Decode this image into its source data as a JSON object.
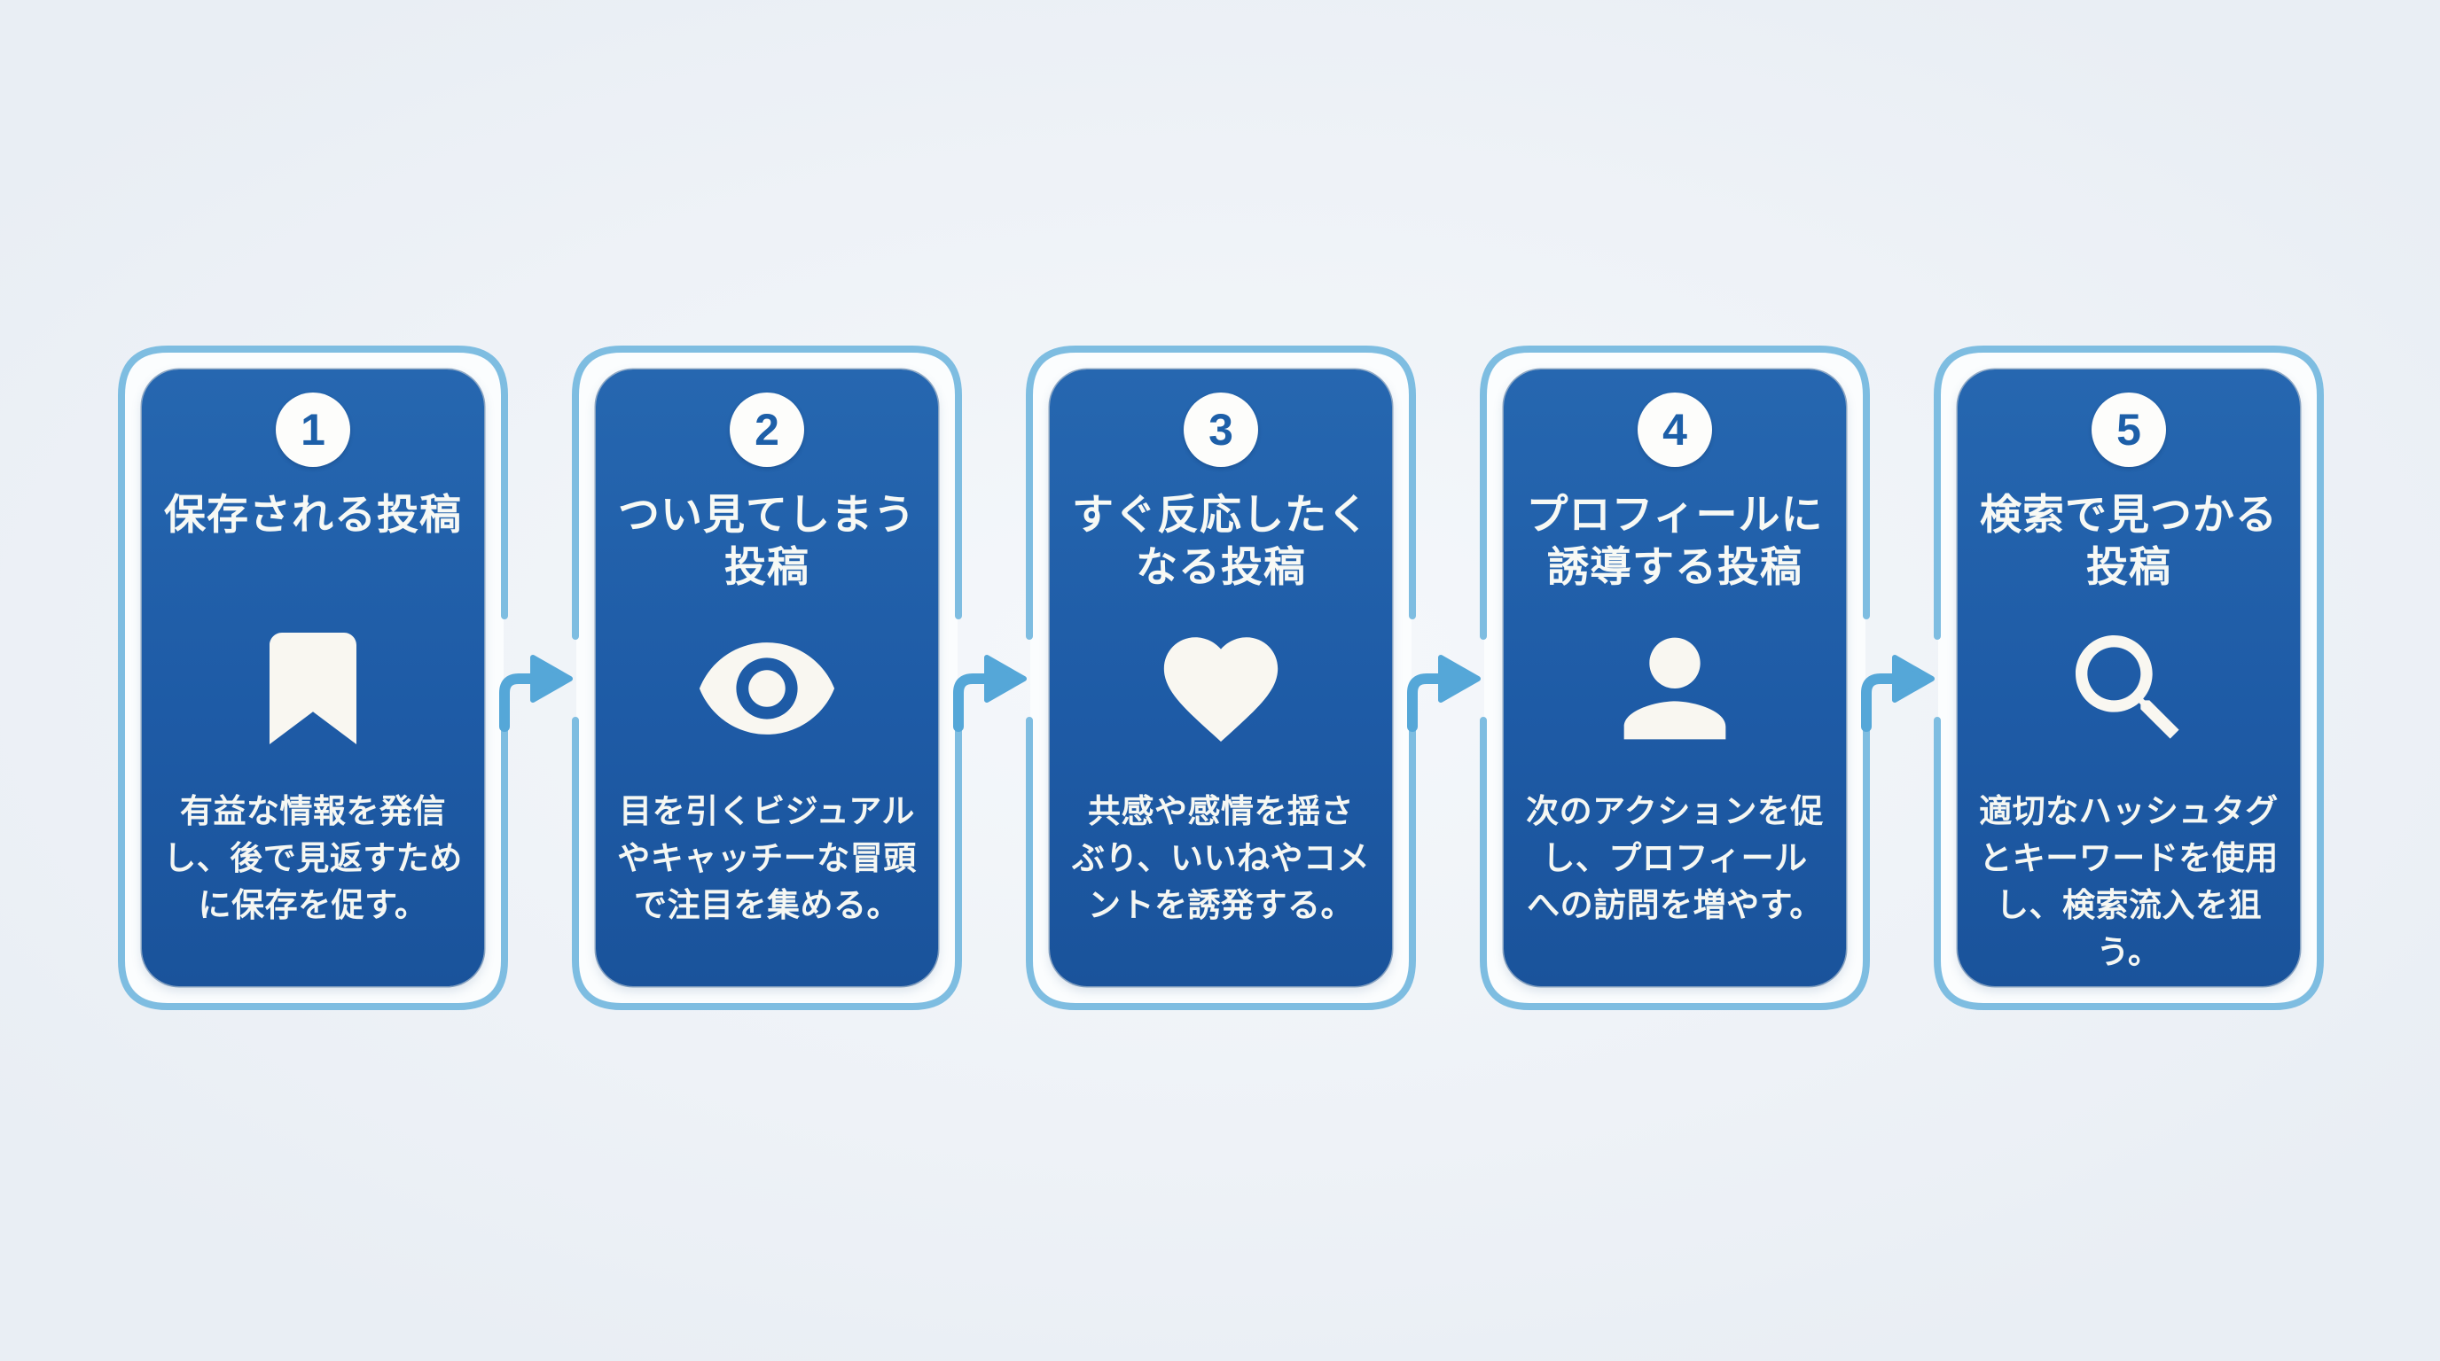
{
  "page": {
    "background": "#eef2f7"
  },
  "colors": {
    "card_blue": "#1e5ba6",
    "frame_blue": "#7ebde1",
    "arrow_blue": "#55a7d8",
    "icon_white": "#f9f7f1",
    "number_blue": "#1d5fa8",
    "ring_white": "#fbfdfe"
  },
  "cards": [
    {
      "number": "1",
      "title_lines": [
        "保存される投稿"
      ],
      "icon": "bookmark-icon",
      "description_lines": [
        "有益な情報を発信",
        "し、後で見返すため",
        "に保存を促す。"
      ]
    },
    {
      "number": "2",
      "title_lines": [
        "つい見てしまう",
        "投稿"
      ],
      "icon": "eye-icon",
      "description_lines": [
        "目を引くビジュアル",
        "やキャッチーな冒頭",
        "で注目を集める。"
      ]
    },
    {
      "number": "3",
      "title_lines": [
        "すぐ反応したく",
        "なる投稿"
      ],
      "icon": "heart-icon",
      "description_lines": [
        "共感や感情を揺さ",
        "ぶり、いいねやコメ",
        "ントを誘発する。"
      ]
    },
    {
      "number": "4",
      "title_lines": [
        "プロフィールに",
        "誘導する投稿"
      ],
      "icon": "person-icon",
      "description_lines": [
        "次のアクションを促",
        "し、プロフィール",
        "への訪問を増やす。"
      ]
    },
    {
      "number": "5",
      "title_lines": [
        "検索で見つかる",
        "投稿"
      ],
      "icon": "search-icon",
      "description_lines": [
        "適切なハッシュタグ",
        "とキーワードを使用",
        "し、検索流入を狙",
        "う。"
      ]
    }
  ]
}
